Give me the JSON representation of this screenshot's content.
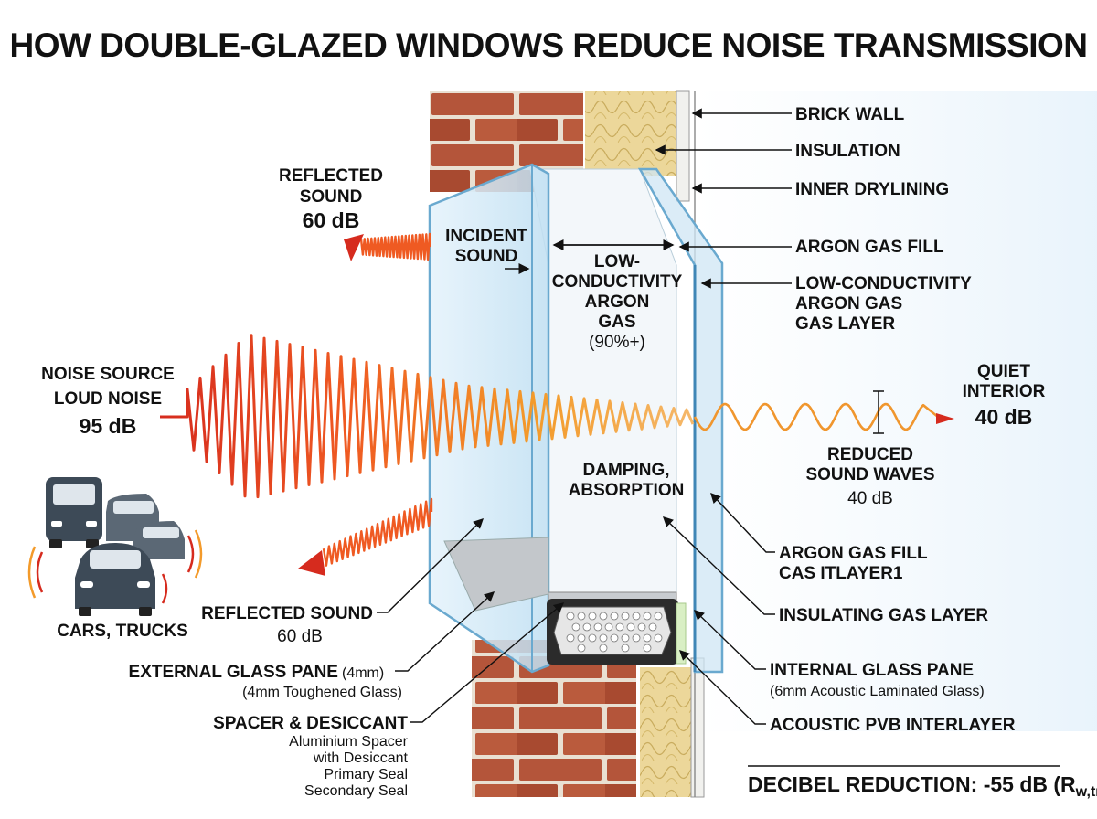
{
  "title": "HOW DOUBLE-GLAZED WINDOWS REDUCE NOISE TRANSMISSION",
  "left": {
    "noise_source": "NOISE SOURCE",
    "loud_noise": "LOUD NOISE",
    "source_db": "95 dB",
    "vehicles": "CARS, TRUCKS"
  },
  "reflected_top": {
    "label1": "REFLECTED",
    "label2": "SOUND",
    "db": "60 dB"
  },
  "incident": {
    "line1": "INCIDENT",
    "line2": "SOUND"
  },
  "gap_text": {
    "line1": "LOW-",
    "line2": "CONDUCTIVITY",
    "line3": "ARGON",
    "line4": "GAS",
    "line5": "(90%+)"
  },
  "damping": {
    "line1": "DAMPING,",
    "line2": "ABSORPTION"
  },
  "quiet": {
    "line1": "QUIET",
    "line2": "INTERIOR",
    "db": "40 dB"
  },
  "reduced": {
    "line1": "REDUCED",
    "line2": "SOUND WAVES",
    "db": "40 dB"
  },
  "right_labels": {
    "brick_wall": "BRICK WALL",
    "insulation": "INSULATION",
    "inner_drylining": "INNER DRYLINING",
    "argon_fill": "ARGON GAS FILL",
    "lowcond1": "LOW-CONDUCTIVITY",
    "lowcond2": "ARGON GAS",
    "lowcond3": "GAS LAYER",
    "argon_fill2": "ARGON GAS FILL",
    "cas_layer": "CAS ITLAYER1",
    "insulating_gas": "INSULATING GAS LAYER",
    "internal_pane": "INTERNAL GLASS PANE",
    "internal_pane_sub": "(6mm Acoustic Laminated Glass)",
    "pvb": "ACOUSTIC PVB INTERLAYER"
  },
  "bottom_left": {
    "reflected1": "REFLECTED SOUND",
    "reflected2": "60 dB",
    "external_pane": "EXTERNAL GLASS PANE",
    "external_pane_mm": "(4mm)",
    "external_pane_sub": "(4mm Toughened Glass)",
    "spacer": "SPACER & DESICCANT",
    "spacer1": "Aluminium Spacer",
    "spacer2": "with Desiccant",
    "spacer3": "Primary Seal",
    "spacer4": "Secondary Seal"
  },
  "decibel": {
    "text": "DECIBEL REDUCTION: -55 dB (R",
    "sub": "w,tr",
    "close": ")"
  },
  "colors": {
    "brick": "#b4553a",
    "mortar": "#e9e0d2",
    "insulation": "#ecd79a",
    "glass": "#cfe6f4",
    "glass_edge": "#6aa9cf",
    "wave_hot": "#d62b1e",
    "wave_warm": "#f39a2a",
    "vehicle": "#3d4a57"
  },
  "icons": [
    "car-icon",
    "truck-icon",
    "arrow-icon"
  ]
}
